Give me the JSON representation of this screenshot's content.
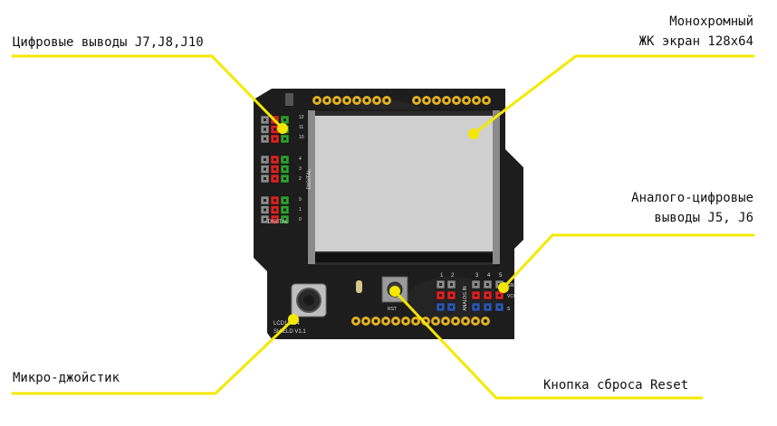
{
  "callouts": {
    "digital_outputs": "Цифровые выводы J7,J8,J10",
    "lcd_line1": "Монохромный",
    "lcd_line2": "ЖК экран 128х64",
    "analog_line1": "Аналого-цифровые",
    "analog_line2": "выводы J5, J6",
    "joystick": "Микро-джойстик",
    "reset": "Кнопка сброса Reset"
  },
  "board": {
    "silk_digital_1": "DIGITAL",
    "silk_digital_2": "DIGITAL",
    "pin_numbers_top": [
      "12",
      "11",
      "10"
    ],
    "pin_numbers_mid": [
      "4",
      "3",
      "2"
    ],
    "pin_numbers_low": [
      "9",
      "1",
      "0"
    ],
    "analog_numbers": [
      "1",
      "2",
      "3",
      "4",
      "5"
    ],
    "analog_in": "ANALOG IN",
    "gnd": "GND",
    "vcc": "VCC",
    "s": "S",
    "rst": "RST",
    "model_line1": "LCD12864",
    "model_line2": "SHIELD V1.1"
  },
  "colors": {
    "callout_yellow": "#f5e800",
    "board": "#1d1d1d",
    "lcd_screen": "#cfcfcf",
    "pin_red": "#e01f1f",
    "pin_green": "#2aa32a",
    "pin_blue": "#2a55b0",
    "pin_gray": "#8a8a8a",
    "gold": "#e0b020"
  }
}
